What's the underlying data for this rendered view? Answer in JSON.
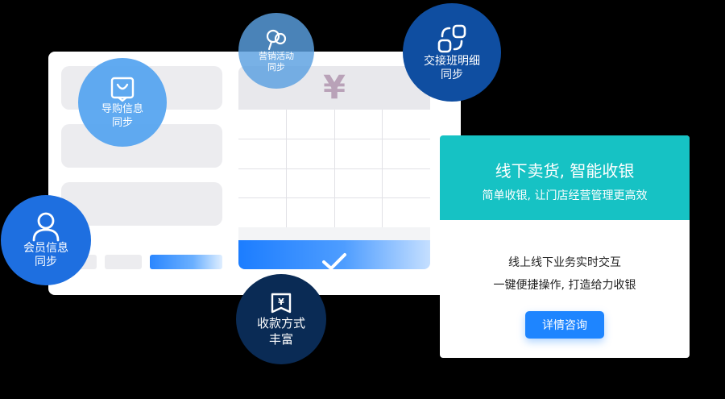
{
  "calculator": {
    "currency_symbol": "¥"
  },
  "features": {
    "guide_sync": {
      "line1": "导购信息",
      "line2": "同步",
      "icon": "shopping-bag-icon"
    },
    "marketing_sync": {
      "line1": "营销活动",
      "line2": "同步",
      "icon": "people-icon"
    },
    "handover_sync": {
      "line1": "交接班明细",
      "line2": "同步",
      "icon": "link-icon"
    },
    "member_sync": {
      "line1": "会员信息",
      "line2": "同步",
      "icon": "user-icon"
    },
    "payment_methods": {
      "line1": "收款方式",
      "line2": "丰富",
      "icon": "yen-wallet-icon"
    }
  },
  "promo": {
    "title": "线下卖货, 智能收银",
    "subtitle": "简单收银, 让门店经营管理更高效",
    "line1": "线上线下业务实时交互",
    "line2": "一键便捷操作, 打造给力收银",
    "button_label": "详情咨询"
  },
  "colors": {
    "teal": "#16c2c4",
    "primary_blue": "#1e85ff",
    "dark_navy": "#0a2b55",
    "deep_blue": "#0f4ea1"
  }
}
